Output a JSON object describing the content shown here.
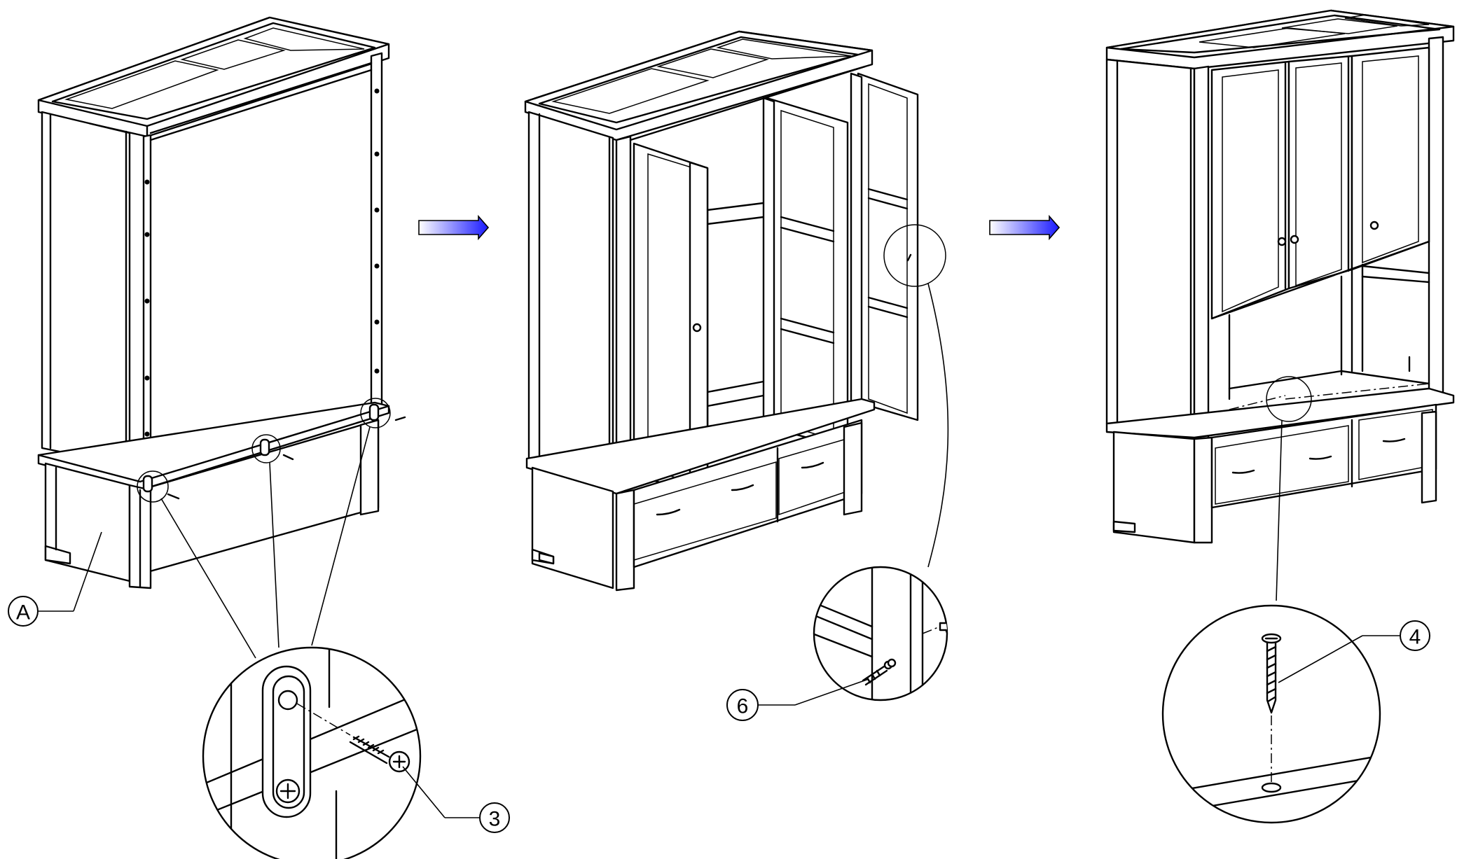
{
  "diagram": {
    "type": "assembly-instructions",
    "steps": [
      "wardrobe-carcass-with-plinth",
      "wardrobe-with-doors-and-drawers",
      "wardrobe-closed-with-drawers"
    ],
    "colors": {
      "line": "#000000",
      "background": "#ffffff",
      "arrow_gradient_start": "#ffffff",
      "arrow_gradient_end": "#1a1aff"
    }
  },
  "callouts": {
    "part_a": "A",
    "screw_3": "3",
    "screw_6": "6",
    "screw_4": "4"
  },
  "icons": {
    "step_arrow": "blue-right-arrow",
    "detail": "magnified-detail-circle"
  }
}
